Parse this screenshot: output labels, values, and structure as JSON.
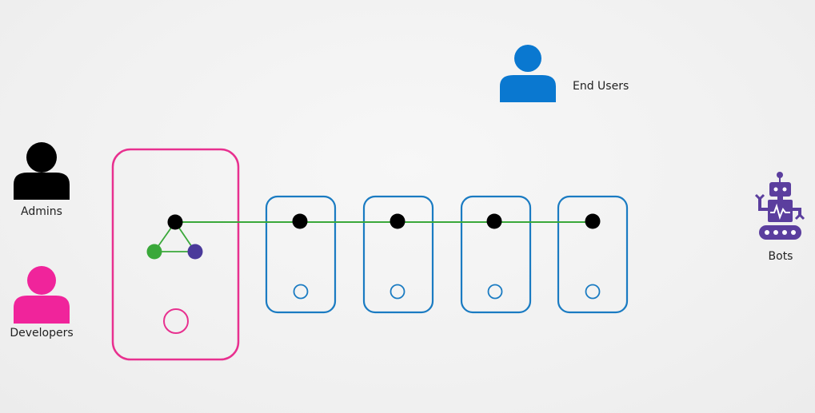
{
  "actors": {
    "admins": {
      "label": "Admins",
      "color": "#000000",
      "icon": "person-icon"
    },
    "developers": {
      "label": "Developers",
      "color": "#f0249b",
      "icon": "person-icon"
    },
    "end_users": {
      "label": "End Users",
      "color": "#0a78d0",
      "icon": "person-icon"
    },
    "bots": {
      "label": "Bots",
      "color": "#5b3e9e",
      "icon": "robot-icon"
    }
  },
  "colors": {
    "master_node_border": "#e8308f",
    "worker_node_border": "#1a7bc2",
    "network_line": "#3aa83a",
    "node_dot": "#000000",
    "control_green": "#3aa83a",
    "control_purple": "#4a3a9a",
    "master_pod_circle": "#e8308f",
    "worker_pod_circle": "#1a7bc2"
  },
  "diagram": {
    "master_nodes": 1,
    "worker_nodes": 4
  }
}
